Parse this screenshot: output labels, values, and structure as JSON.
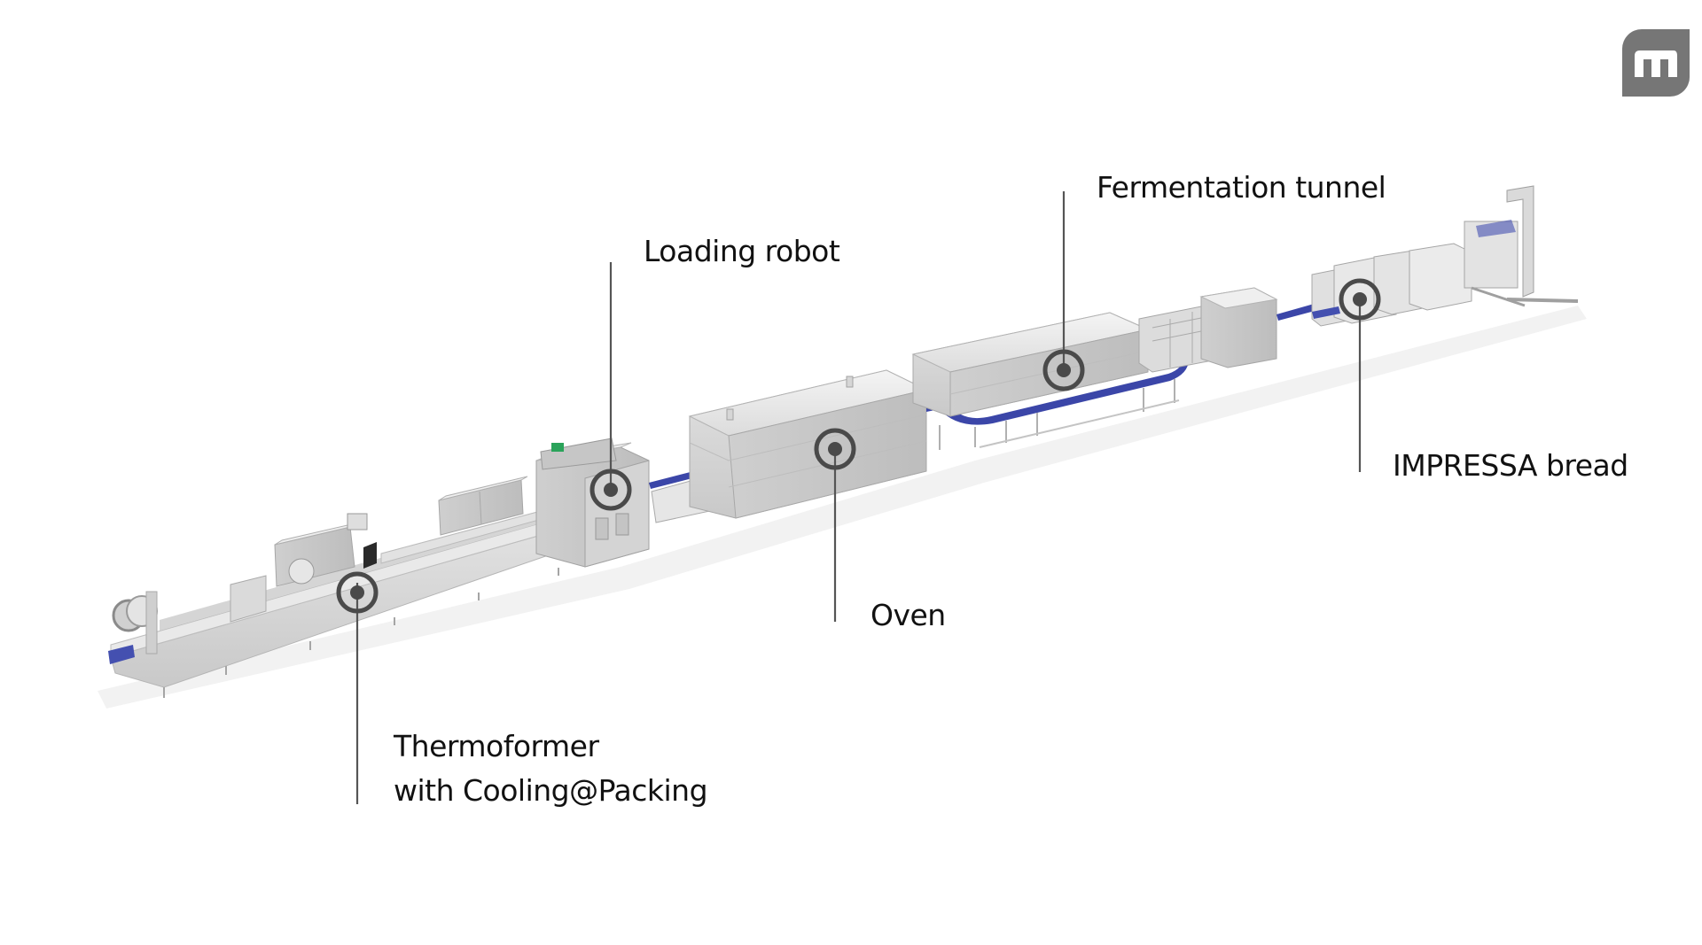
{
  "brand": {
    "logo_icon": "multivac-m-logo",
    "logo_color": "#767676"
  },
  "diagram": {
    "title": "Bakery production line",
    "accent_conveyor_color": "#3b46a8",
    "marker_color": "#4a4a4a",
    "stations": [
      {
        "id": "thermoformer",
        "label_lines": [
          "Thermoformer",
          "with Cooling@Packing"
        ]
      },
      {
        "id": "loading-robot",
        "label_lines": [
          "Loading robot"
        ]
      },
      {
        "id": "oven",
        "label_lines": [
          "Oven"
        ]
      },
      {
        "id": "fermentation-tunnel",
        "label_lines": [
          "Fermentation tunnel"
        ]
      },
      {
        "id": "impressa-bread",
        "label_lines": [
          "IMPRESSA bread"
        ]
      }
    ]
  }
}
